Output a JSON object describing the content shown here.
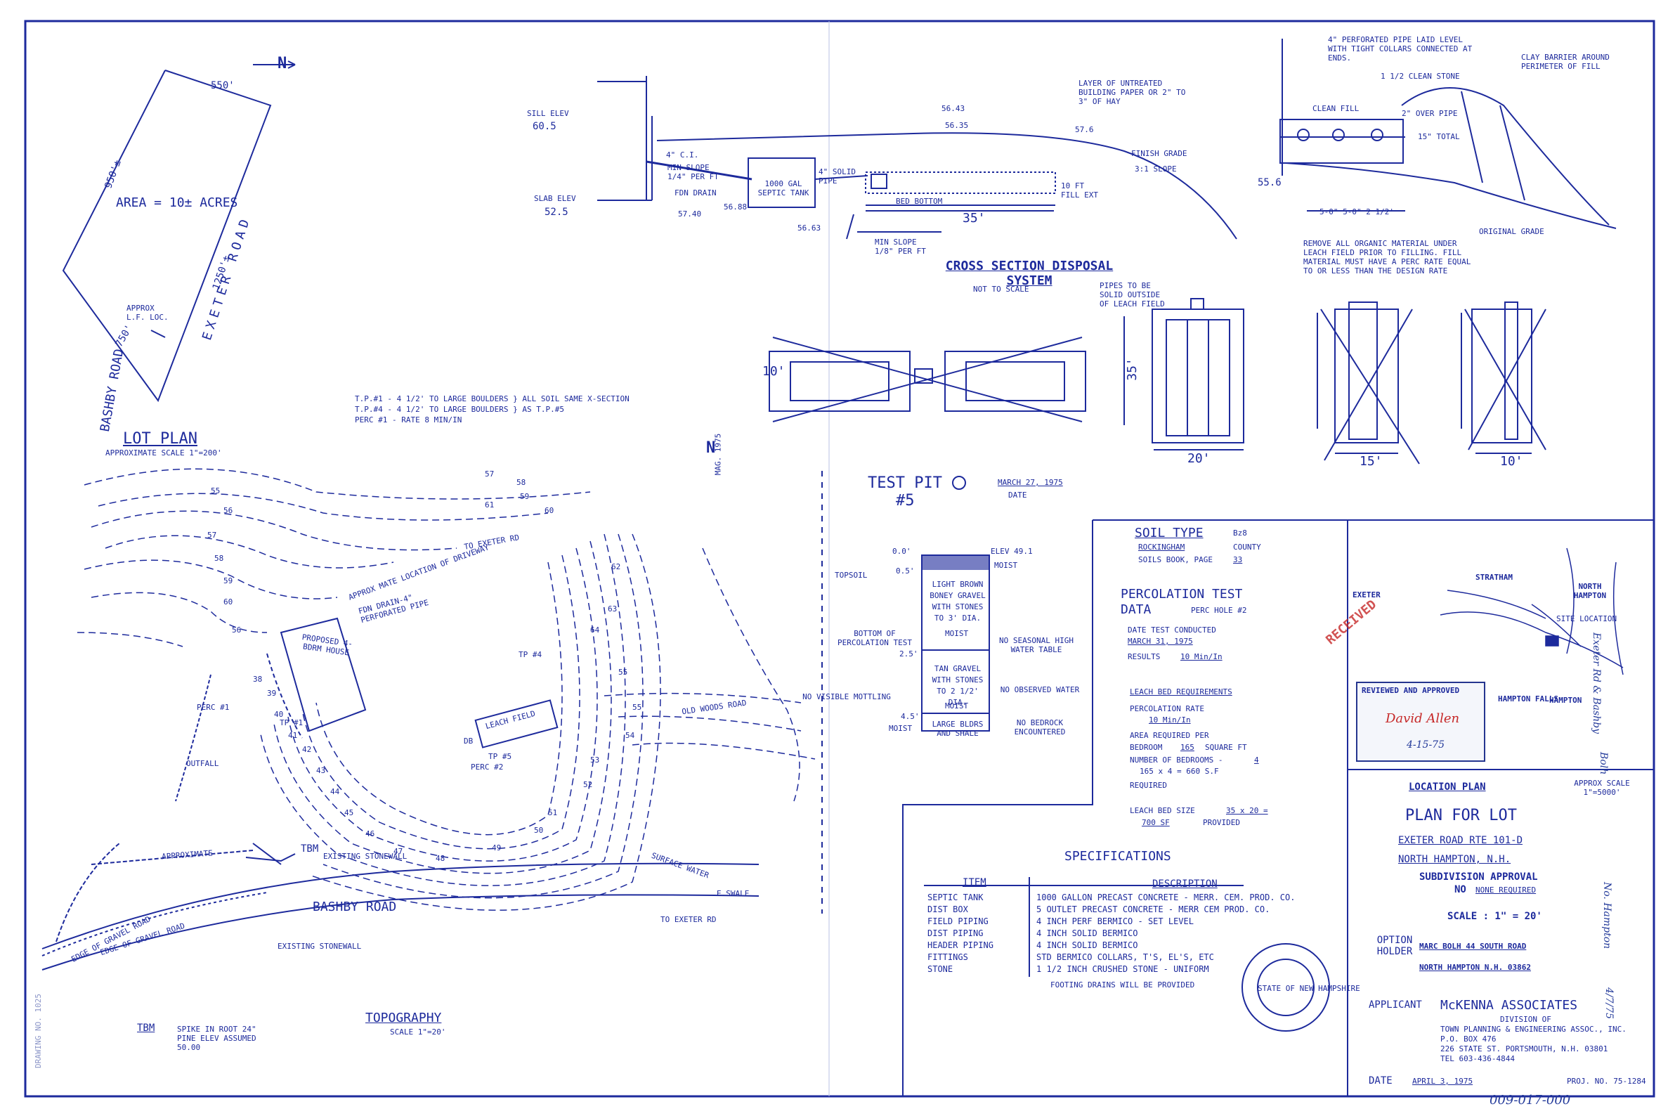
{
  "cross_section": {
    "title": "CROSS SECTION DISPOSAL SYSTEM",
    "subtitle": "NOT TO SCALE",
    "sill_elev_label": "SILL ELEV",
    "sill_elev": "60.5",
    "slab_elev_label": "SLAB ELEV",
    "slab_elev": "52.5",
    "pipe_label": "4\" C.I.",
    "min_slope_a": "MIN SLOPE 1/4\" PER FT",
    "fdn_drain": "FDN DRAIN",
    "tank_label": "1000 GAL SEPTIC TANK",
    "elev_5688": "56.88",
    "elev_5740": "57.40",
    "elev_5663": "56.63",
    "min_slope_b": "MIN SLOPE 1/8\" PER FT",
    "solid_pipe": "4\" SOLID PIPE",
    "elev_5643": "56.43",
    "elev_5635": "56.35",
    "layer_note": "LAYER OF UNTREATED BUILDING PAPER OR 2\" TO 3\" OF HAY",
    "elev_576": "57.6",
    "finish_grade": "FINISH GRADE",
    "slope": "3:1 SLOPE",
    "bed_bottom": "BED BOTTOM",
    "fill_ext": "10 FT FILL EXT",
    "dim_35": "35'"
  },
  "detail": {
    "perf_pipe": "4\" PERFORATED PIPE LAID LEVEL WITH TIGHT COLLARS CONNECTED AT ENDS.",
    "clean_stone": "1 1/2 CLEAN STONE",
    "clay_barrier": "CLAY BARRIER AROUND PERIMETER OF FILL",
    "clean_fill": "CLEAN FILL",
    "over_pipe": "2\" OVER PIPE",
    "total": "15\" TOTAL",
    "elev_556": "55.6",
    "spacing": "5-0\"   5-0\"   2 1/2'",
    "original_grade": "ORIGINAL GRADE",
    "organic_note": "REMOVE ALL ORGANIC MATERIAL UNDER LEACH FIELD PRIOR TO FILLING. FILL MATERIAL MUST HAVE A PERC RATE EQUAL TO OR LESS THAN THE DESIGN RATE"
  },
  "layouts": {
    "pipes_note": "PIPES TO BE SOLID OUTSIDE OF LEACH FIELD",
    "dim_10_left": "10'",
    "dim_35": "35'",
    "dim_20": "20'",
    "dim_15": "15'",
    "dim_10_right": "10'"
  },
  "lot_plan": {
    "title": "LOT PLAN",
    "scale": "APPROXIMATE SCALE 1\"=200'",
    "north": "N",
    "area": "AREA = 10± ACRES",
    "dim_550": "550'",
    "dim_950": "950'±",
    "dim_1250": "1250'±",
    "dim_750": "750'",
    "exeter_road": "EXETER ROAD",
    "bashby_road": "BASHBY ROAD",
    "approx_lf": "APPROX L.F. LOC."
  },
  "test_pit_note": "T.P.#1 - 4 1/2' TO LARGE BOULDERS } ALL SOIL SAME X-SECTION\nT.P.#4 - 4 1/2' TO LARGE BOULDERS } AS T.P.#5\nPERC #1 - RATE 8 MIN/IN",
  "topography": {
    "title": "TOPOGRAPHY",
    "scale": "SCALE 1\"=20'",
    "mag_n": "MAG. 1975",
    "north": "N",
    "house": "PROPOSED 4-BDRM HOUSE",
    "driveway": "APPROX MATE LOCATION OF DRIVEWAY",
    "to_exeter": "TO EXETER RD",
    "fdn_drain": "FDN DRAIN-4\" PERFORATED PIPE",
    "leach_field": "LEACH FIELD",
    "db": "DB",
    "old_woods": "OLD WOODS ROAD",
    "outfall": "OUTFALL",
    "tbm": "TBM",
    "approximate": "APPROXIMATE",
    "existing_stonewall_top": "EXISTING STONEWALL",
    "surface_water": "SURFACE WATER",
    "e_swale": "E.SWALE",
    "bashby_road": "BASHBY ROAD",
    "to_exeter_rd": "TO EXETER RD",
    "edge_gravel_1": "EDGE OF GRAVEL ROAD",
    "edge_gravel_2": "EDGE OF GRAVEL ROAD",
    "existing_stonewall_bottom": "EXISTING STONEWALL",
    "contours": [
      "55",
      "56",
      "57",
      "58",
      "59",
      "60",
      "56",
      "57",
      "58",
      "59",
      "60",
      "61",
      "62",
      "63",
      "64",
      "55",
      "55",
      "54",
      "53",
      "52",
      "51",
      "50",
      "49",
      "48",
      "47",
      "46",
      "45",
      "44",
      "43",
      "42",
      "41",
      "40",
      "39",
      "38"
    ],
    "tp1": "TP #1",
    "tp4": "TP #4",
    "tp5": "TP #5",
    "perc1": "PERC #1",
    "perc2": "PERC #2",
    "tbm_label": "TBM",
    "tbm_desc": "SPIKE IN ROOT 24\" PINE ELEV ASSUMED 50.00"
  },
  "test_pit": {
    "title": "TEST PIT",
    "number": "#5",
    "date": "MARCH 27, 1975",
    "date_label": "DATE",
    "elev": "ELEV 49.1",
    "d_00": "0.0'",
    "d_05": "0.5'",
    "d_25": "2.5'",
    "d_45": "4.5'",
    "topsoil": "TOPSOIL",
    "moist": "MOIST",
    "layer1": "LIGHT BROWN BONEY GRAVEL WITH STONES TO 3' DIA.",
    "layer1_moist": "MOIST",
    "layer2": "TAN GRAVEL WITH STONES TO 2 1/2' DIA.",
    "layer2_moist": "MOIST",
    "layer3": "LARGE BLDRS AND SHALE",
    "bottom_perc": "BOTTOM OF PERCOLATION TEST",
    "no_mottling": "NO VISIBLE MOTTLING",
    "bottom_moist": "MOIST",
    "no_seasonal": "NO SEASONAL HIGH WATER TABLE",
    "no_water": "NO OBSERVED WATER",
    "no_bedrock": "NO BEDROCK ENCOUNTERED"
  },
  "soil": {
    "soil_type": "SOIL TYPE",
    "soil_type_val": "Bz8",
    "county_val": "ROCKINGHAM",
    "county": "COUNTY",
    "soils_book": "SOILS BOOK, PAGE",
    "page_val": "33",
    "perc_title": "PERCOLATION TEST DATA",
    "perc_hole": "PERC HOLE #2",
    "date_conducted": "DATE TEST CONDUCTED",
    "date_val": "MARCH 31, 1975",
    "results": "RESULTS",
    "results_val": "10 Min/In",
    "leach_req": "LEACH BED REQUIREMENTS",
    "perc_rate": "PERCOLATION RATE",
    "perc_rate_val": "10 Min/In",
    "area_req": "AREA REQUIRED PER",
    "bedroom": "BEDROOM",
    "bedroom_val": "165",
    "sq_ft": "SQUARE FT",
    "num_bedrooms": "NUMBER OF BEDROOMS -",
    "num_val": "4",
    "calc": "165 x 4 = 660 S.F",
    "required": "REQUIRED",
    "leach_size": "LEACH BED SIZE",
    "leach_size_val": "35 x 20 =",
    "provided_val": "700 SF",
    "provided": "PROVIDED"
  },
  "location_plan": {
    "title": "LOCATION PLAN",
    "scale": "APPROX SCALE 1\"=5000'",
    "stratham": "STRATHAM",
    "exeter": "EXETER",
    "north_hampton": "NORTH HAMPTON",
    "site_location": "SITE LOCATION",
    "hampton_falls": "HAMPTON FALLS",
    "hampton": "HAMPTON",
    "received": "RECEIVED",
    "reviewed": "REVIEWED AND APPROVED",
    "approval_date": "4-15-75",
    "signature": "David Allen"
  },
  "specs": {
    "title": "SPECIFICATIONS",
    "col_item": "ITEM",
    "col_desc": "DESCRIPTION",
    "rows": [
      {
        "item": "SEPTIC TANK",
        "desc": "1000 GALLON PRECAST CONCRETE - MERR. CEM. PROD. CO."
      },
      {
        "item": "DIST BOX",
        "desc": "5 OUTLET PRECAST CONCRETE - MERR CEM PROD. CO."
      },
      {
        "item": "FIELD PIPING",
        "desc": "4 INCH PERF BERMICO - SET LEVEL"
      },
      {
        "item": "DIST PIPING",
        "desc": "4 INCH SOLID BERMICO"
      },
      {
        "item": "HEADER PIPING",
        "desc": "4 INCH SOLID BERMICO"
      },
      {
        "item": "FITTINGS",
        "desc": "STD BERMICO COLLARS, T'S, EL'S, ETC"
      },
      {
        "item": "STONE",
        "desc": "1 1/2 INCH CRUSHED STONE - UNIFORM"
      }
    ],
    "footing_note": "FOOTING DRAINS WILL BE PROVIDED"
  },
  "title_block": {
    "plan_for_lot": "PLAN FOR LOT",
    "road": "EXETER ROAD RTE 101-D",
    "town": "NORTH HAMPTON, N.H.",
    "subdivision": "SUBDIVISION APPROVAL",
    "no_label": "NO",
    "no_val": "NONE REQUIRED",
    "scale": "SCALE : 1\" = 20'",
    "option_holder": "OPTION HOLDER",
    "holder_name": "MARC BOLH 44 SOUTH ROAD",
    "holder_addr": "NORTH HAMPTON N.H. 03862",
    "applicant": "APPLICANT",
    "firm": "McKENNA ASSOCIATES",
    "division": "DIVISION OF",
    "assoc": "TOWN PLANNING & ENGINEERING ASSOC., INC.",
    "po": "P.O. BOX 476",
    "street": "226 STATE ST. PORTSMOUTH, N.H. 03801",
    "tel": "TEL 603-436-4844",
    "date_label": "DATE",
    "date_val": "APRIL 3, 1975",
    "proj": "PROJ. NO. 75-1284",
    "file_no": "009-017-000",
    "margin_1": "Exeter Rd & Bashby",
    "margin_2": "Bolh",
    "margin_3": "No. Hampton",
    "margin_4": "4/7/75"
  },
  "seal": "STATE OF NEW HAMPSHIRE",
  "drawing_no": "DRAWING NO. 1025"
}
